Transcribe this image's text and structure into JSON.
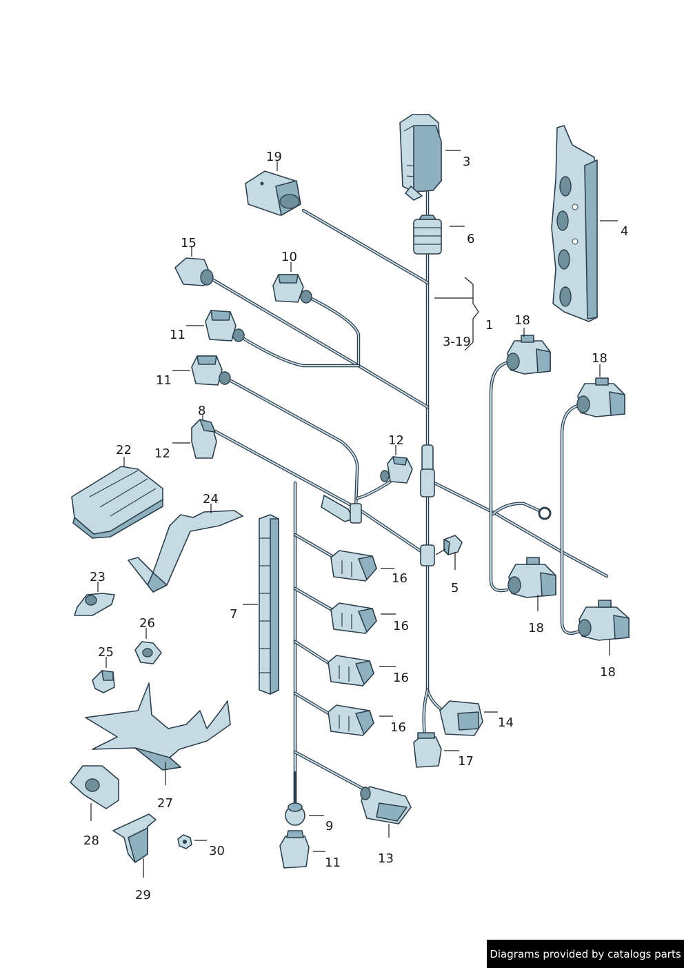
{
  "diagram": {
    "callouts": [
      {
        "id": "c19",
        "text": "19"
      },
      {
        "id": "c3",
        "text": "3"
      },
      {
        "id": "c6",
        "text": "6"
      },
      {
        "id": "c4",
        "text": "4"
      },
      {
        "id": "c15",
        "text": "15"
      },
      {
        "id": "c10",
        "text": "10"
      },
      {
        "id": "c1",
        "text": "1"
      },
      {
        "id": "c3-19",
        "text": "3-19"
      },
      {
        "id": "c18a",
        "text": "18"
      },
      {
        "id": "c18b",
        "text": "18"
      },
      {
        "id": "c11a",
        "text": "11"
      },
      {
        "id": "c11b",
        "text": "11"
      },
      {
        "id": "c8",
        "text": "8"
      },
      {
        "id": "c12a",
        "text": "12"
      },
      {
        "id": "c12b",
        "text": "12"
      },
      {
        "id": "c22",
        "text": "22"
      },
      {
        "id": "c24",
        "text": "24"
      },
      {
        "id": "c23",
        "text": "23"
      },
      {
        "id": "c5",
        "text": "5"
      },
      {
        "id": "c16a",
        "text": "16"
      },
      {
        "id": "c16b",
        "text": "16"
      },
      {
        "id": "c16c",
        "text": "16"
      },
      {
        "id": "c16d",
        "text": "16"
      },
      {
        "id": "c7",
        "text": "7"
      },
      {
        "id": "c18c",
        "text": "18"
      },
      {
        "id": "c18d",
        "text": "18"
      },
      {
        "id": "c26",
        "text": "26"
      },
      {
        "id": "c25",
        "text": "25"
      },
      {
        "id": "c14",
        "text": "14"
      },
      {
        "id": "c17",
        "text": "17"
      },
      {
        "id": "c27",
        "text": "27"
      },
      {
        "id": "c28",
        "text": "28"
      },
      {
        "id": "c9",
        "text": "9"
      },
      {
        "id": "c13",
        "text": "13"
      },
      {
        "id": "c30",
        "text": "30"
      },
      {
        "id": "c11c",
        "text": "11"
      },
      {
        "id": "c29",
        "text": "29"
      }
    ]
  },
  "credit": {
    "text": "Diagrams provided by catalogs parts"
  },
  "colors": {
    "part_fill": "#c5dbe3",
    "part_shade": "#8fb1bf",
    "outline": "#2d3f4c",
    "label": "#1a1a1a",
    "credit_bg": "#000000",
    "credit_text": "#ffffff"
  }
}
